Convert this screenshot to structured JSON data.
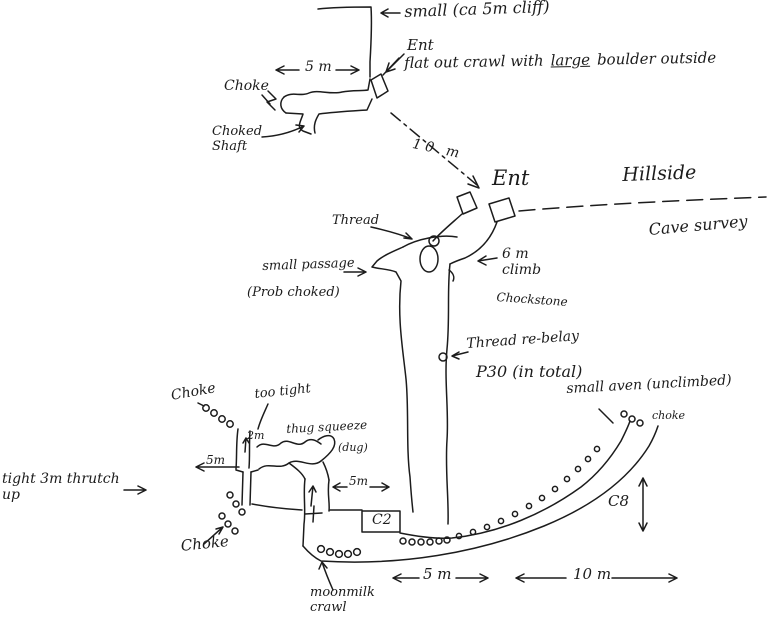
{
  "colors": {
    "ink": "#1c1c1c",
    "paper": "#ffffff"
  },
  "annotations": {
    "small_cliff": "small (ca 5m cliff)",
    "ent_top": "Ent",
    "flat_crawl_pre": "flat out crawl with",
    "flat_crawl_large": "large",
    "flat_crawl_post": "boulder outside",
    "dim_5m_top": "5 m",
    "choke_top": "Choke",
    "choked_shaft": "Choked\nShaft",
    "dim_10m": "10 m",
    "ent_main": "Ent",
    "hillside": "Hillside",
    "cave_survey": "Cave survey",
    "thread": "Thread",
    "small_passage": "small passage",
    "prob_choked": "(Prob choked)",
    "six_m_climb": "6 m\nclimb",
    "chockstone": "Chockstone",
    "thread_rebelay": "Thread re-belay",
    "p30": "P30 (in total)",
    "small_aven": "small aven (unclimbed)",
    "choke_aven": "choke",
    "choke_upper_left": "Choke",
    "too_tight": "too tight",
    "two_m": "2m",
    "thug_squeeze": "thug squeeze",
    "dug": "(dug)",
    "dim_5m_left": "5m",
    "tight_thrutch": "tight 3m thrutch\nup",
    "dim_5m_mid": "5m",
    "choke_lower_left": "Choke",
    "c2": "C2",
    "moonmilk": "moonmilk\ncrawl",
    "dim_5m_bottom": "5 m",
    "dim_10m_bottom": "10 m",
    "c8": "C8"
  }
}
